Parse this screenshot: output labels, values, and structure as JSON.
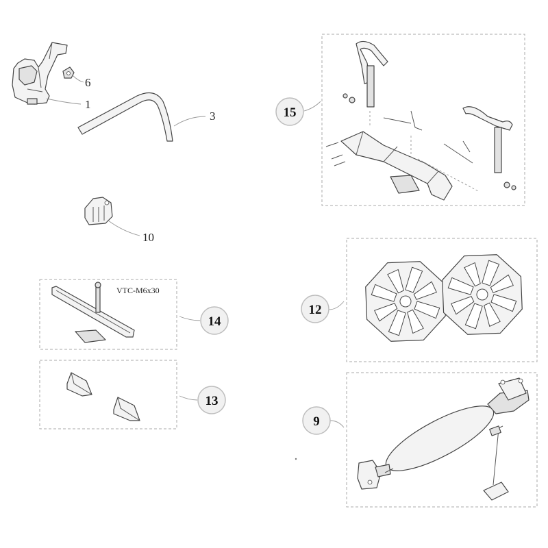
{
  "callouts": {
    "c1": "1",
    "c3": "3",
    "c6": "6",
    "c10": "10",
    "c9": "9",
    "c12": "12",
    "c13": "13",
    "c14": "14",
    "c15": "15",
    "screw_spec": "VTC-M6x30"
  }
}
